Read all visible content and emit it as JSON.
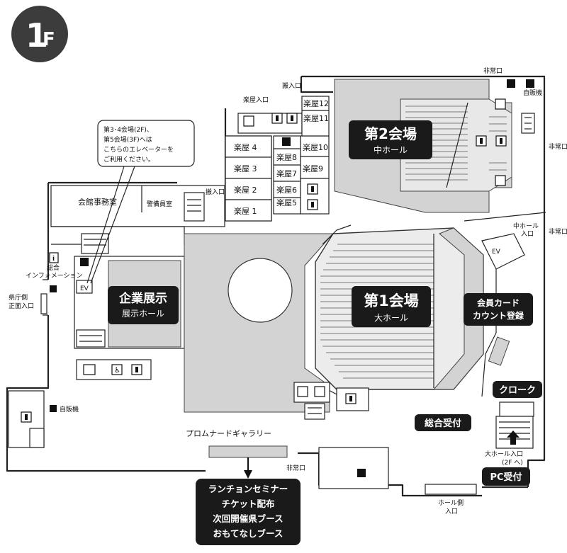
{
  "floor": {
    "number": "1",
    "unit": "F"
  },
  "venues": {
    "hall2": {
      "title": "第2会場",
      "sub": "中ホール"
    },
    "hall1": {
      "title": "第1会場",
      "sub": "大ホール"
    },
    "expo": {
      "title": "企業展示",
      "sub": "展示ホール"
    }
  },
  "service_labels": {
    "member_card": [
      "会員カード",
      "カウント登録"
    ],
    "cloak": "クローク",
    "general_reception": "総合受付",
    "pc_reception": "PC受付"
  },
  "promenade": {
    "label": "プロムナードギャラリー",
    "callout": [
      "ランチョンセミナー",
      "チケット配布",
      "次回開催県ブース",
      "おもてなしブース"
    ]
  },
  "note": [
    "第3･4会場(2F)、",
    "第5会場(3F)へは",
    "こちらのエレベーターを",
    "ご利用ください。"
  ],
  "rooms": {
    "office": "会館事務室",
    "guard": "警備員室",
    "green_rooms": [
      "楽屋 4",
      "楽屋 3",
      "楽屋 2",
      "楽屋 1"
    ],
    "green_rooms_right": [
      "楽屋8",
      "楽屋7",
      "楽屋6",
      "楽屋5"
    ],
    "green_rooms_far": [
      "楽屋10",
      "楽屋9"
    ],
    "green_rooms_top": [
      "楽屋12",
      "楽屋11"
    ]
  },
  "access": {
    "carry_in": "搬入口",
    "green_room_entrance": "楽屋入口",
    "emergency_exit": "非常口",
    "vending": "自販機",
    "info": [
      "総合",
      "インフォメーション"
    ],
    "pref_side": [
      "県庁側",
      "正面入口"
    ],
    "mid_hall_entrance": [
      "中ホール",
      "入口"
    ],
    "big_hall_entrance": [
      "大ホール入口",
      "(2F へ)"
    ],
    "hall_side_entrance": [
      "ホール側",
      "入口"
    ],
    "ev": "EV"
  },
  "icons": [
    "toilet-icon",
    "accessible-icon",
    "phone-icon",
    "vending-icon",
    "elevator-icon",
    "stairs-icon",
    "up-arrow-icon"
  ]
}
